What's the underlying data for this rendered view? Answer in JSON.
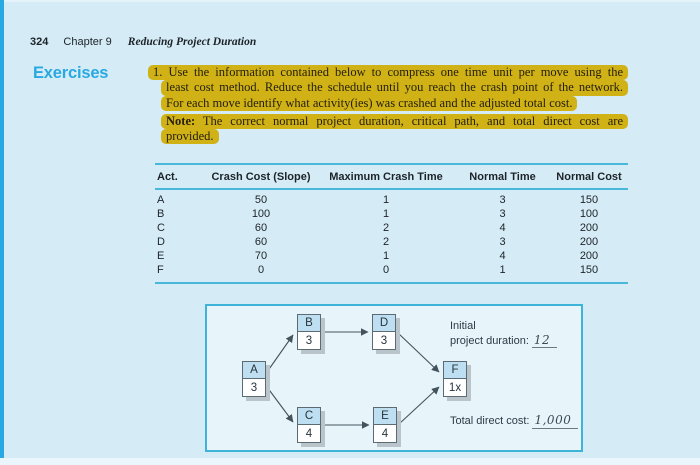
{
  "colors": {
    "page_background": "#d5ecf7",
    "accent_cyan": "#29a9e1",
    "highlight_yellow": "#d1b216",
    "table_rule": "#49b8da",
    "diagram_border": "#3db4d8",
    "node_header_fill": "#bedff1",
    "node_shadow": "#b9c5cb"
  },
  "running_head": {
    "page_number": "324",
    "chapter": "Chapter 9",
    "chapter_title": "Reducing Project Duration"
  },
  "section": {
    "heading": "Exercises"
  },
  "exercise": {
    "line1": "1. Use the information contained below to compress one time unit per move using the",
    "line2": "least cost method. Reduce the schedule until you reach the crash point of the network.",
    "line3": "For each move identify what activity(ies) was crashed and the adjusted total cost.",
    "note_label": "Note:",
    "note_rest": "The correct normal project duration, critical path, and total direct cost are",
    "note_line2": "provided."
  },
  "table": {
    "headers": [
      "Act.",
      "Crash Cost (Slope)",
      "Maximum Crash Time",
      "Normal Time",
      "Normal Cost"
    ],
    "rows": [
      [
        "A",
        "50",
        "1",
        "3",
        "150"
      ],
      [
        "B",
        "100",
        "1",
        "3",
        "100"
      ],
      [
        "C",
        "60",
        "2",
        "4",
        "200"
      ],
      [
        "D",
        "60",
        "2",
        "3",
        "200"
      ],
      [
        "E",
        "70",
        "1",
        "4",
        "200"
      ],
      [
        "F",
        "0",
        "0",
        "1",
        "150"
      ]
    ]
  },
  "diagram": {
    "nodes": [
      {
        "id": "A",
        "duration": "3"
      },
      {
        "id": "B",
        "duration": "3"
      },
      {
        "id": "C",
        "duration": "4"
      },
      {
        "id": "D",
        "duration": "3"
      },
      {
        "id": "E",
        "duration": "4"
      },
      {
        "id": "F",
        "duration": "1x"
      }
    ],
    "edges": [
      {
        "from": "A",
        "to": "B"
      },
      {
        "from": "A",
        "to": "C"
      },
      {
        "from": "B",
        "to": "D"
      },
      {
        "from": "C",
        "to": "E"
      },
      {
        "from": "D",
        "to": "F"
      },
      {
        "from": "E",
        "to": "F"
      }
    ],
    "annotations": {
      "initial_line1": "Initial",
      "initial_line2": "project duration:",
      "initial_value": "12",
      "total_label": "Total direct cost:",
      "total_value": "1,000"
    }
  }
}
